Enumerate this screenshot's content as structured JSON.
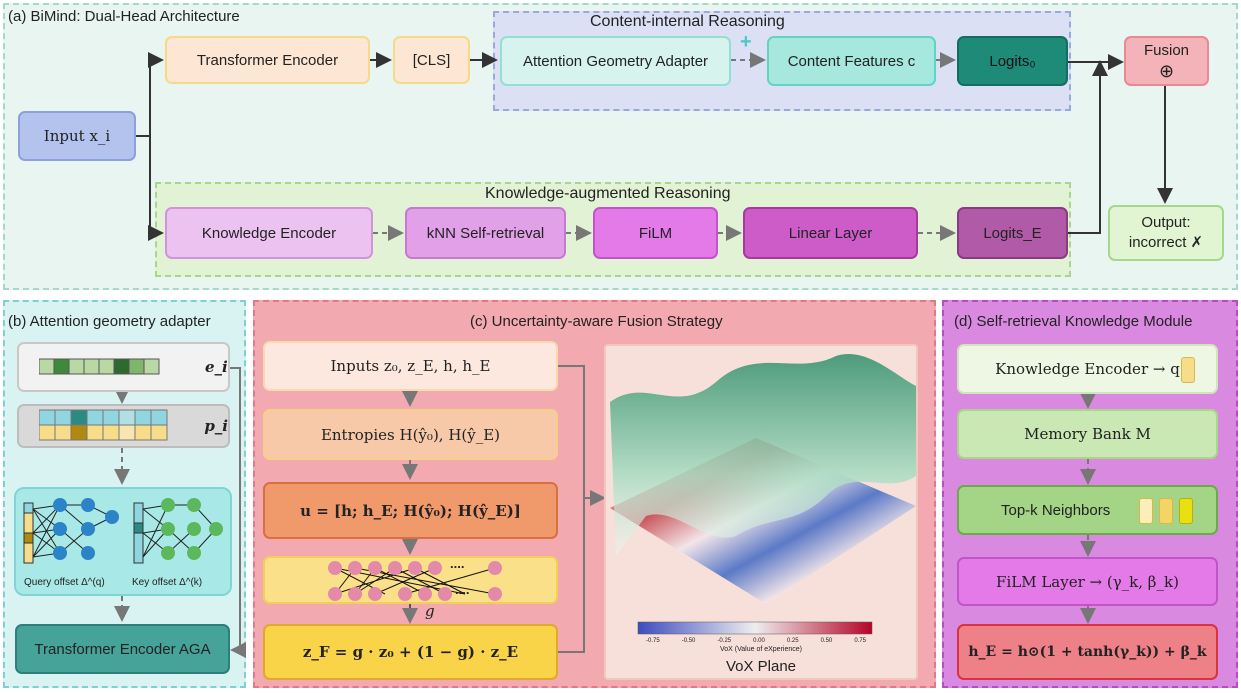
{
  "panel_a": {
    "title": "(a) BiMind: Dual-Head Architecture",
    "content_title": "Content-internal Reasoning",
    "knowledge_title": "Knowledge-augmented Reasoning",
    "input": "Input x_i",
    "transformer_encoder": "Transformer Encoder",
    "cls": "[CLS]",
    "attention_geometry_adapter": "Attention Geometry Adapter",
    "plus_sign": "+",
    "content_features": "Content Features c",
    "logits_0": "Logits₀",
    "fusion": "Fusion",
    "fusion_symbol": "⊕",
    "output": "Output: incorrect ✗",
    "knowledge_encoder": "Knowledge Encoder",
    "knn": "kNN Self-retrieval",
    "film": "FiLM",
    "linear_layer": "Linear Layer",
    "logits_e": "Logits_E"
  },
  "panel_b": {
    "title": "(b) Attention geometry adapter",
    "e_label": "e_i",
    "p_label": "p_i",
    "query_offset": "Query offset Δ^(q)",
    "key_offset": "Key offset Δ^(k)",
    "transformer_encoder_aga": "Transformer Encoder AGA"
  },
  "panel_c": {
    "title": "(c) Uncertainty-aware Fusion Strategy",
    "inputs": "Inputs z₀, z_E, h, h_E",
    "entropies": "Entropies H(ŷ₀), H(ŷ_E)",
    "u_eq": "u = [h; h_E; H(ŷ₀); H(ŷ_E)]",
    "mlp_ellipsis": "....",
    "g_label": "g",
    "z_f_eq": "z_F = g · z₀ + (1 − g) · z_E",
    "vox_plane": "VoX Plane",
    "colorbar_label": "VoX (Value of eXperience)",
    "colorbar_ticks": [
      "-0.75",
      "-0.50",
      "-0.25",
      "0.00",
      "0.25",
      "0.50",
      "0.75"
    ]
  },
  "panel_d": {
    "title": "(d) Self-retrieval Knowledge Module",
    "knowledge_encoder": "Knowledge Encoder → q",
    "memory_bank": "Memory Bank M",
    "top_k": "Top-k Neighbors",
    "film_layer": "FiLM Layer → (γ_k, β_k)",
    "h_e_eq": "h_E = h⊙(1 + tanh(γ_k)) + β_k"
  }
}
